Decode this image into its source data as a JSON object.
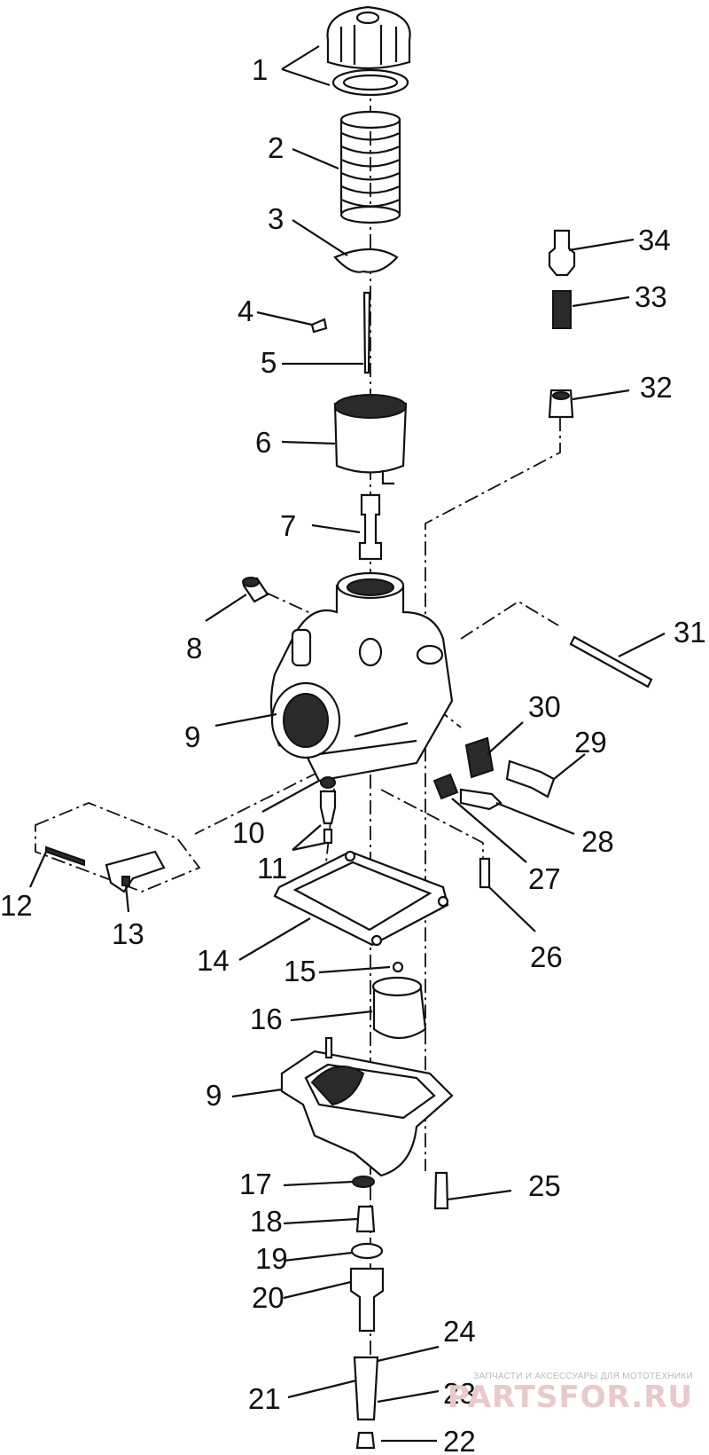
{
  "diagram": {
    "labels": [
      "1",
      "2",
      "3",
      "4",
      "5",
      "6",
      "7",
      "8",
      "9",
      "9",
      "10",
      "11",
      "12",
      "13",
      "14",
      "15",
      "16",
      "17",
      "18",
      "19",
      "20",
      "21",
      "22",
      "23",
      "24",
      "25",
      "26",
      "27",
      "28",
      "29",
      "30",
      "31",
      "32",
      "33",
      "34"
    ]
  },
  "watermark": {
    "tagline": "ЗАПЧАСТИ И АКСЕССУАРЫ ДЛЯ МОТОТЕХНИКИ",
    "brand": "PARTSFOR.RU"
  }
}
